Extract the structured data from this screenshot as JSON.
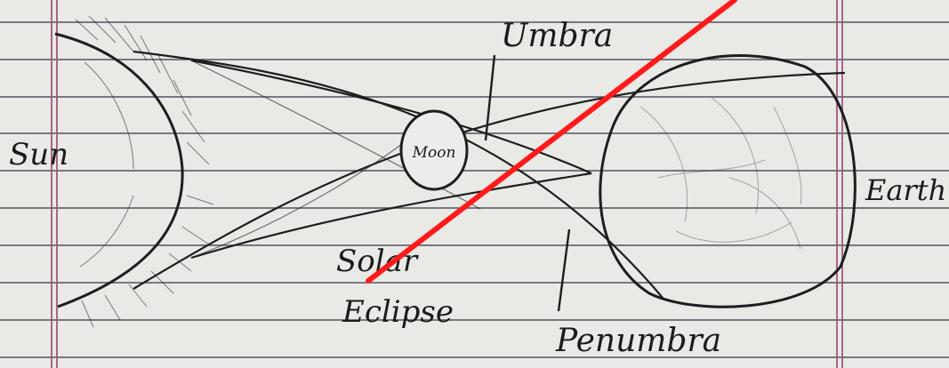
{
  "labels": {
    "sun": "Sun",
    "moon": "Moon",
    "earth": "Earth",
    "umbra": "Umbra",
    "penumbra": "Penumbra",
    "caption_line1": "Solar",
    "caption_line2": "Eclipse"
  },
  "colors": {
    "paper": "#e9e9e6",
    "ruled_line": "#3a3a48",
    "margin_line": "#a0587a",
    "pencil": "#1e1e1e",
    "annotation_stroke": "#ff1a1a"
  }
}
